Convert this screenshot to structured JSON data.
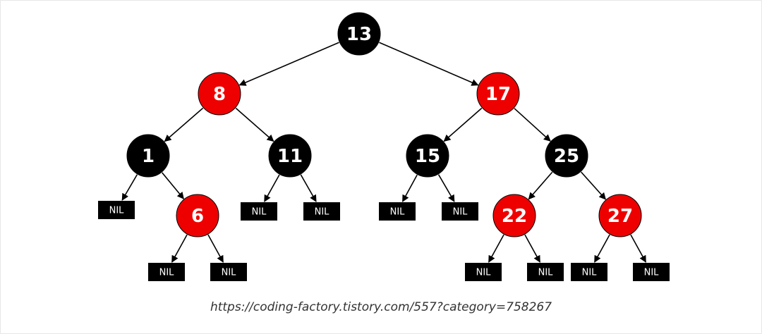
{
  "diagram": {
    "type": "red-black-tree",
    "colors": {
      "red": "#ee0000",
      "black": "#000000",
      "nil": "#000000",
      "edge": "#000000"
    },
    "nil_label": "NIL",
    "nodes": [
      {
        "id": "n13",
        "label": "13",
        "color": "black"
      },
      {
        "id": "n8",
        "label": "8",
        "color": "red"
      },
      {
        "id": "n17",
        "label": "17",
        "color": "red"
      },
      {
        "id": "n1",
        "label": "1",
        "color": "black"
      },
      {
        "id": "n11",
        "label": "11",
        "color": "black"
      },
      {
        "id": "n15",
        "label": "15",
        "color": "black"
      },
      {
        "id": "n25",
        "label": "25",
        "color": "black"
      },
      {
        "id": "n6",
        "label": "6",
        "color": "red"
      },
      {
        "id": "n22",
        "label": "22",
        "color": "red"
      },
      {
        "id": "n27",
        "label": "27",
        "color": "red"
      }
    ],
    "nils": [
      "nil1L",
      "nil6L",
      "nil6R",
      "nil11L",
      "nil11R",
      "nil15L",
      "nil15R",
      "nil22L",
      "nil22R",
      "nil27L",
      "nil27R"
    ],
    "edges": [
      [
        "n13",
        "n8"
      ],
      [
        "n13",
        "n17"
      ],
      [
        "n8",
        "n1"
      ],
      [
        "n8",
        "n11"
      ],
      [
        "n17",
        "n15"
      ],
      [
        "n17",
        "n25"
      ],
      [
        "n1",
        "nil1L"
      ],
      [
        "n1",
        "n6"
      ],
      [
        "n6",
        "nil6L"
      ],
      [
        "n6",
        "nil6R"
      ],
      [
        "n11",
        "nil11L"
      ],
      [
        "n11",
        "nil11R"
      ],
      [
        "n15",
        "nil15L"
      ],
      [
        "n15",
        "nil15R"
      ],
      [
        "n25",
        "n22"
      ],
      [
        "n25",
        "n27"
      ],
      [
        "n22",
        "nil22L"
      ],
      [
        "n22",
        "nil22R"
      ],
      [
        "n27",
        "nil27L"
      ],
      [
        "n27",
        "nil27R"
      ]
    ]
  },
  "caption": "https://coding-factory.tistory.com/557?category=758267"
}
